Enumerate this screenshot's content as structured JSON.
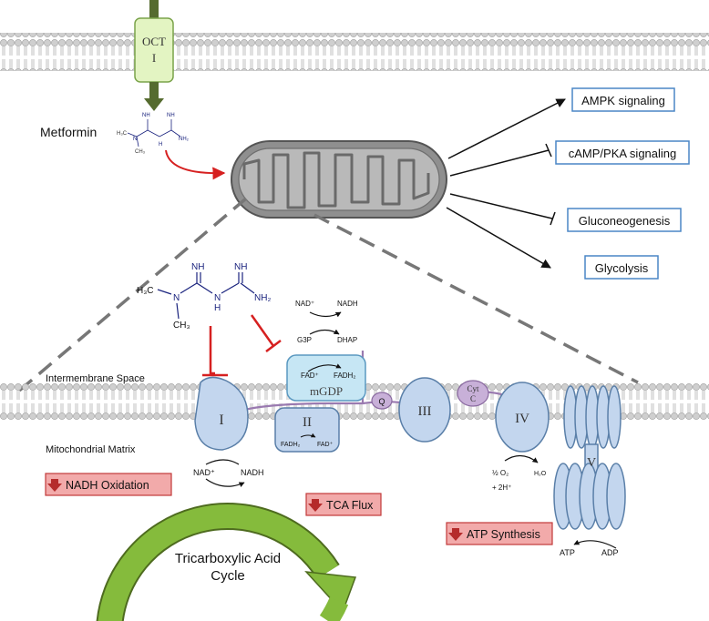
{
  "transporter": {
    "label_line1": "OCT",
    "label_line2": "I"
  },
  "metformin": {
    "label": "Metformin"
  },
  "molecule_small": {
    "nh_top1": "NH",
    "nh_top2": "NH",
    "ch3_left": "H₃C",
    "n_mid": "N",
    "ch3_bottom": "CH₃",
    "h_mid": "H",
    "nh2": "NH₂"
  },
  "molecule_large": {
    "nh_top1": "NH",
    "nh_top2": "NH",
    "h3c": "H₃C",
    "n1": "N",
    "n2": "N",
    "h": "H",
    "ch3": "CH₃",
    "nh2": "NH₂"
  },
  "targets": [
    {
      "label": "AMPK signaling",
      "effect": "activate"
    },
    {
      "label": "cAMP/PKA signaling",
      "effect": "inhibit"
    },
    {
      "label": "Gluconeogenesis",
      "effect": "inhibit"
    },
    {
      "label": "Glycolysis",
      "effect": "activate"
    }
  ],
  "regions": {
    "intermembrane": "Intermembrane Space",
    "matrix": "Mitochondrial Matrix"
  },
  "complexes": {
    "c1": "I",
    "c2": "II",
    "c3": "III",
    "c4": "IV",
    "c5": "V",
    "q": "Q",
    "cytc_line1": "Cyt",
    "cytc_line2": "C",
    "mgdp": "mGDP"
  },
  "g3p_shuttle": {
    "nad": "NAD⁺",
    "nadh": "NADH",
    "g3p": "G3P",
    "dhap": "DHAP",
    "fad": "FAD⁺",
    "fadh2": "FADH₂"
  },
  "complex2_cofactors": {
    "fadh2": "FADH₂",
    "fad": "FAD⁺"
  },
  "complex1_cofactors": {
    "nad": "NAD⁺",
    "nadh": "NADH"
  },
  "complex4_cofactors": {
    "o2": "½ O₂",
    "h": "+ 2H⁺",
    "h2o": "H₂O"
  },
  "atp_synthase": {
    "atp": "ATP",
    "adp": "ADP"
  },
  "effects": [
    {
      "label": "NADH Oxidation",
      "direction": "down"
    },
    {
      "label": "TCA Flux",
      "direction": "down"
    },
    {
      "label": "ATP Synthesis",
      "direction": "down"
    }
  ],
  "tca": {
    "line1": "Tricarboxylic Acid",
    "line2": "Cycle"
  },
  "colors": {
    "membrane_head": "#c8c8c8",
    "complex_fill": "#c3d6ee",
    "complex_stroke": "#5a7fa8",
    "inhibit": "#d62020",
    "effect_box": "#f2aaaa",
    "target_border": "#4a86c6",
    "tca_green": "#82b83a",
    "mito_fill": "#9e9e9e"
  }
}
